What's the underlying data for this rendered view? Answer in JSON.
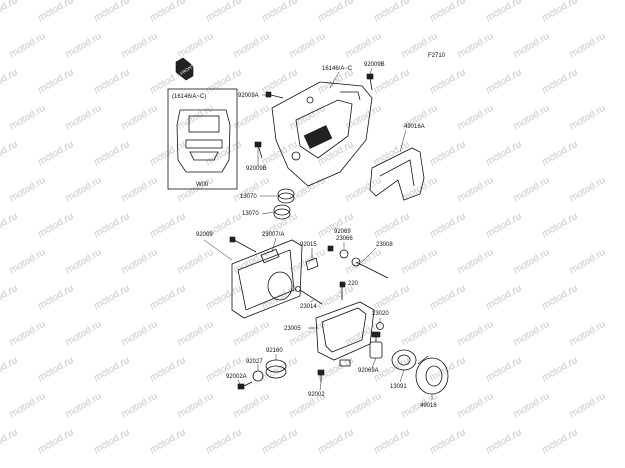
{
  "diagram": {
    "code": "F2710",
    "front_label": "FRONT",
    "inset": {
      "title": "(16146/A~C)",
      "caption": "W00"
    },
    "watermark_text": "motod.ru",
    "parts": [
      {
        "label": "16146/A~C"
      },
      {
        "label": "92009B"
      },
      {
        "label": "92009A"
      },
      {
        "label": "92009B"
      },
      {
        "label": "49016A"
      },
      {
        "label": "13070"
      },
      {
        "label": "13070"
      },
      {
        "label": "92009"
      },
      {
        "label": "23007/A"
      },
      {
        "label": "92015"
      },
      {
        "label": "92069"
      },
      {
        "label": "23066"
      },
      {
        "label": "23008"
      },
      {
        "label": "220"
      },
      {
        "label": "23014"
      },
      {
        "label": "23005"
      },
      {
        "label": "23020"
      },
      {
        "label": "92160"
      },
      {
        "label": "92027"
      },
      {
        "label": "92002A"
      },
      {
        "label": "92002"
      },
      {
        "label": "92069A"
      },
      {
        "label": "13091"
      },
      {
        "label": "49016"
      }
    ]
  }
}
